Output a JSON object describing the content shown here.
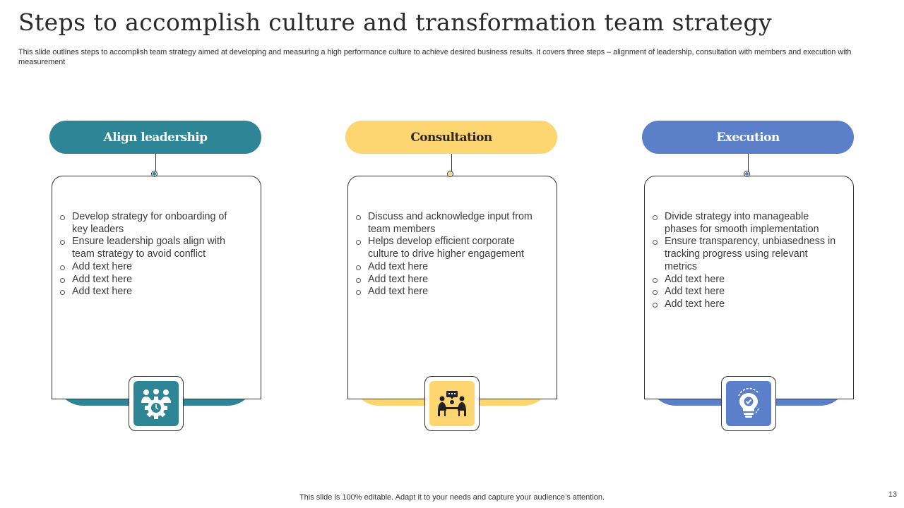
{
  "slide": {
    "title": "Steps to accomplish culture and transformation team strategy",
    "subtitle": "This slide outlines steps to accomplish team strategy aimed at developing and measuring a high performance culture to achieve desired business results. It covers three steps – alignment of leadership, consultation with members and execution with measurement",
    "footer": "This slide is 100% editable. Adapt it to your needs and capture your audience’s attention.",
    "page_number": "13"
  },
  "colors": {
    "teal": "#2e8596",
    "yellow": "#fdd571",
    "blue": "#5b7fc8"
  },
  "steps": [
    {
      "label": "Align leadership",
      "icon": "team-gear-icon",
      "bullets": [
        "Develop strategy for onboarding of key leaders",
        "Ensure leadership goals align with team strategy to avoid conflict",
        "Add text here",
        "Add text here",
        "Add text here"
      ]
    },
    {
      "label": "Consultation",
      "icon": "meeting-table-icon",
      "bullets": [
        "Discuss and acknowledge input from team members",
        "Helps develop efficient corporate culture to drive higher engagement",
        "Add text here",
        "Add text here",
        "Add text here"
      ]
    },
    {
      "label": "Execution",
      "icon": "lightbulb-check-icon",
      "bullets": [
        "Divide strategy into manageable phases for smooth implementation",
        "Ensure transparency, unbiasedness in tracking progress using relevant metrics",
        "Add text here",
        "Add text here",
        "Add text here"
      ]
    }
  ]
}
